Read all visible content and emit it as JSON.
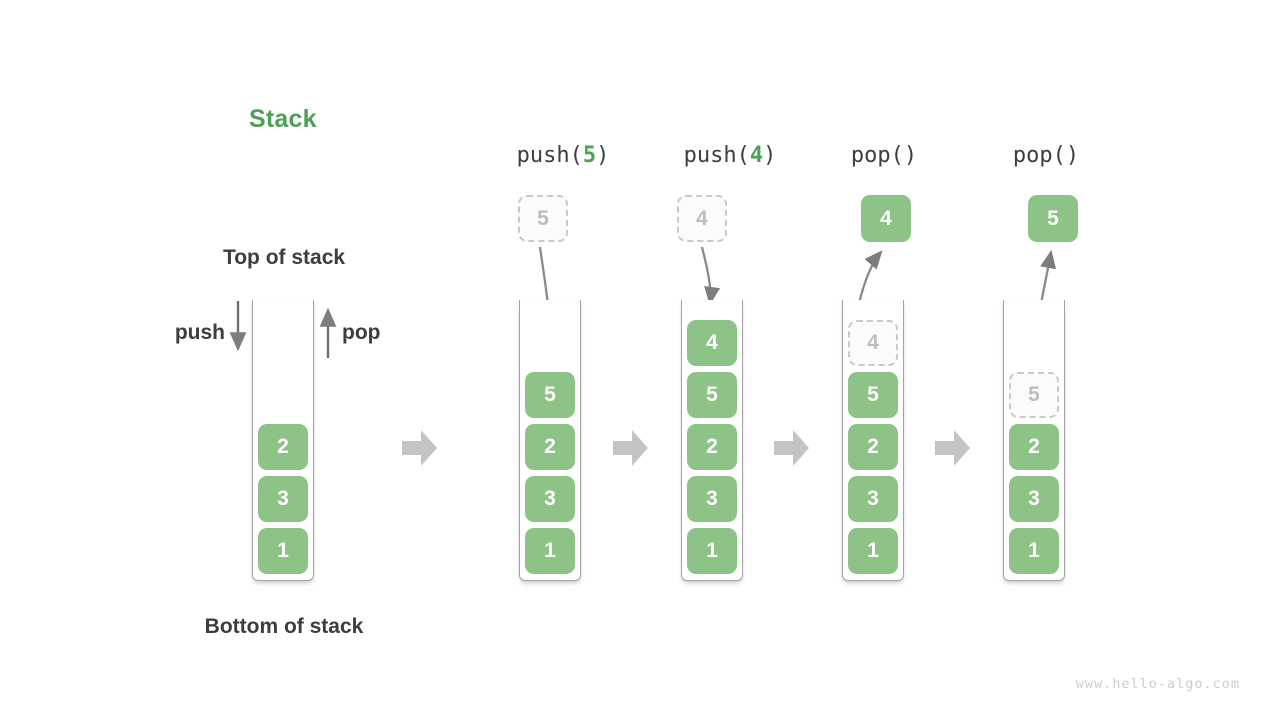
{
  "title": {
    "text": "Stack"
  },
  "watermark": {
    "text": "www.hello-algo.com"
  },
  "colors": {
    "green_block": "#8dc386",
    "green_text": "#4ca154",
    "dark_text": "#3d3d3d",
    "arrow_gray": "#7d7d7d",
    "block_arrow_gray": "#c4c4c4",
    "dashed_border": "#c9c9c9",
    "dashed_text": "#bdbdbd",
    "container_wall": "#a3a3a3"
  },
  "demo": {
    "top_label": "Top of stack",
    "bottom_label": "Bottom of stack",
    "push_label": "push",
    "pop_label": "pop"
  },
  "columns": [
    {
      "name": "initial-stack",
      "stack": [
        {
          "value": "2",
          "style": "solid"
        },
        {
          "value": "3",
          "style": "solid"
        },
        {
          "value": "1",
          "style": "solid"
        }
      ]
    },
    {
      "name": "after-push-5",
      "op": {
        "prefix": "push(",
        "arg": "5",
        "suffix": ")"
      },
      "floating": {
        "value": "5",
        "style": "dashed"
      },
      "stack": [
        {
          "value": "5",
          "style": "solid"
        },
        {
          "value": "2",
          "style": "solid"
        },
        {
          "value": "3",
          "style": "solid"
        },
        {
          "value": "1",
          "style": "solid"
        }
      ]
    },
    {
      "name": "after-push-4",
      "op": {
        "prefix": "push(",
        "arg": "4",
        "suffix": ")"
      },
      "floating": {
        "value": "4",
        "style": "dashed"
      },
      "stack": [
        {
          "value": "4",
          "style": "solid"
        },
        {
          "value": "5",
          "style": "solid"
        },
        {
          "value": "2",
          "style": "solid"
        },
        {
          "value": "3",
          "style": "solid"
        },
        {
          "value": "1",
          "style": "solid"
        }
      ]
    },
    {
      "name": "after-pop-4",
      "op": {
        "prefix": "pop(",
        "arg": "",
        "suffix": ")"
      },
      "floating": {
        "value": "4",
        "style": "solid"
      },
      "stack": [
        {
          "value": "4",
          "style": "dashed"
        },
        {
          "value": "5",
          "style": "solid"
        },
        {
          "value": "2",
          "style": "solid"
        },
        {
          "value": "3",
          "style": "solid"
        },
        {
          "value": "1",
          "style": "solid"
        }
      ]
    },
    {
      "name": "after-pop-5",
      "op": {
        "prefix": "pop(",
        "arg": "",
        "suffix": ")"
      },
      "floating": {
        "value": "5",
        "style": "solid"
      },
      "stack": [
        {
          "value": "5",
          "style": "dashed"
        },
        {
          "value": "2",
          "style": "solid"
        },
        {
          "value": "3",
          "style": "solid"
        },
        {
          "value": "1",
          "style": "solid"
        }
      ]
    }
  ]
}
